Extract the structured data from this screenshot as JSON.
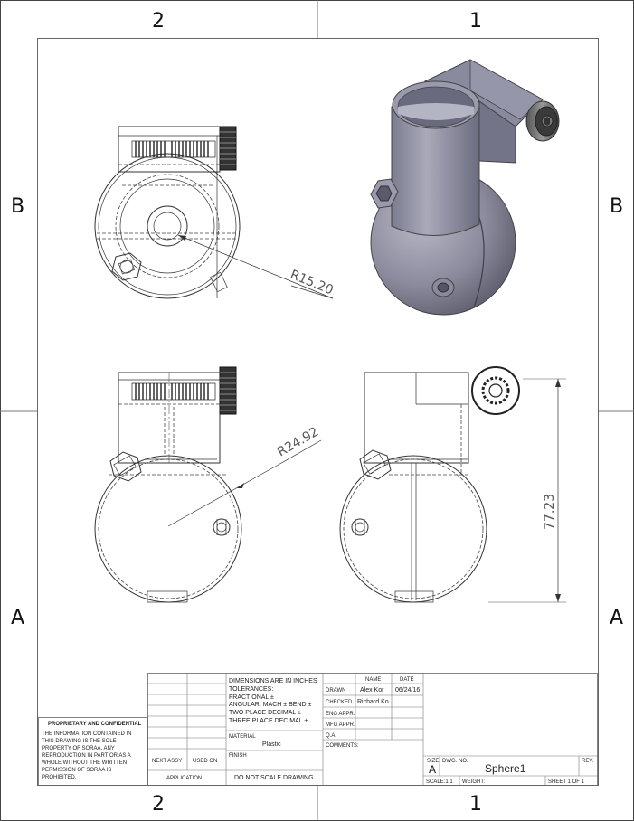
{
  "drawing": {
    "zone_columns": [
      "2",
      "1"
    ],
    "zone_rows": [
      "B",
      "A"
    ],
    "dimensions": {
      "top_radius": "R15.20",
      "front_radius": "R24.92",
      "side_height": "77.23"
    }
  },
  "title_block": {
    "proprietary": {
      "heading": "PROPRIETARY AND CONFIDENTIAL",
      "lines": [
        "THE INFORMATION CONTAINED IN",
        "THIS DRAWING IS THE SOLE",
        "PROPERTY OF SORAA.  ANY",
        "REPRODUCTION IN PART OR AS A",
        "WHOLE WITHOUT THE WRITTEN",
        "PERMISSION OF SORAA IS",
        "PROHIBITED."
      ]
    },
    "next_assy": "NEXT ASSY",
    "used_on": "USED ON",
    "application": "APPLICATION",
    "tolerances": {
      "l1": "DIMENSIONS ARE IN INCHES",
      "l2": "TOLERANCES:",
      "l3": "FRACTIONAL ±",
      "l4": "ANGULAR: MACH ±    BEND ±",
      "l5": "TWO PLACE DECIMAL    ±",
      "l6": "THREE PLACE DECIMAL  ±"
    },
    "material_label": "MATERIAL",
    "material_value": "Plastic",
    "finish_label": "FINISH",
    "do_not_scale": "DO  NOT  SCALE  DRAWING",
    "name_header": "NAME",
    "date_header": "DATE",
    "drawn_label": "DRAWN",
    "drawn_name": "Alex Kor",
    "drawn_date": "06/24/16",
    "checked_label": "CHECKED",
    "checked_name": "Richard Ko",
    "eng_appr": "ENG APPR.",
    "mfg_appr": "MFG APPR.",
    "qa": "Q.A.",
    "comments": "COMMENTS:",
    "size_label": "SIZE",
    "size_value": "A",
    "dwg_no_label": "DWG.  NO.",
    "dwg_no_value": "Sphere1",
    "rev_label": "REV.",
    "scale": "SCALE:1:1",
    "weight": "WEIGHT:",
    "sheet": "SHEET 1 OF 1"
  }
}
